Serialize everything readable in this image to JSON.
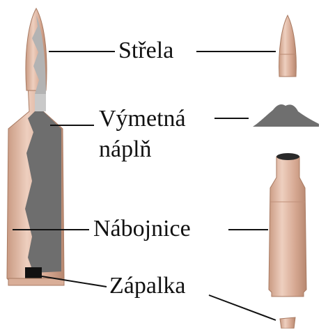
{
  "labels": {
    "bullet": "Střela",
    "propellant_line1": "Výmetná",
    "propellant_line2": "náplň",
    "case": "Nábojnice",
    "primer": "Zápalka"
  },
  "colors": {
    "brass": "#d4a58e",
    "brass_dark": "#b98a72",
    "brass_light": "#ebcbbd",
    "powder": "#6f6f6f",
    "cutaway": "#b0b0b0",
    "primer": "#111111",
    "leader": "#111111"
  }
}
